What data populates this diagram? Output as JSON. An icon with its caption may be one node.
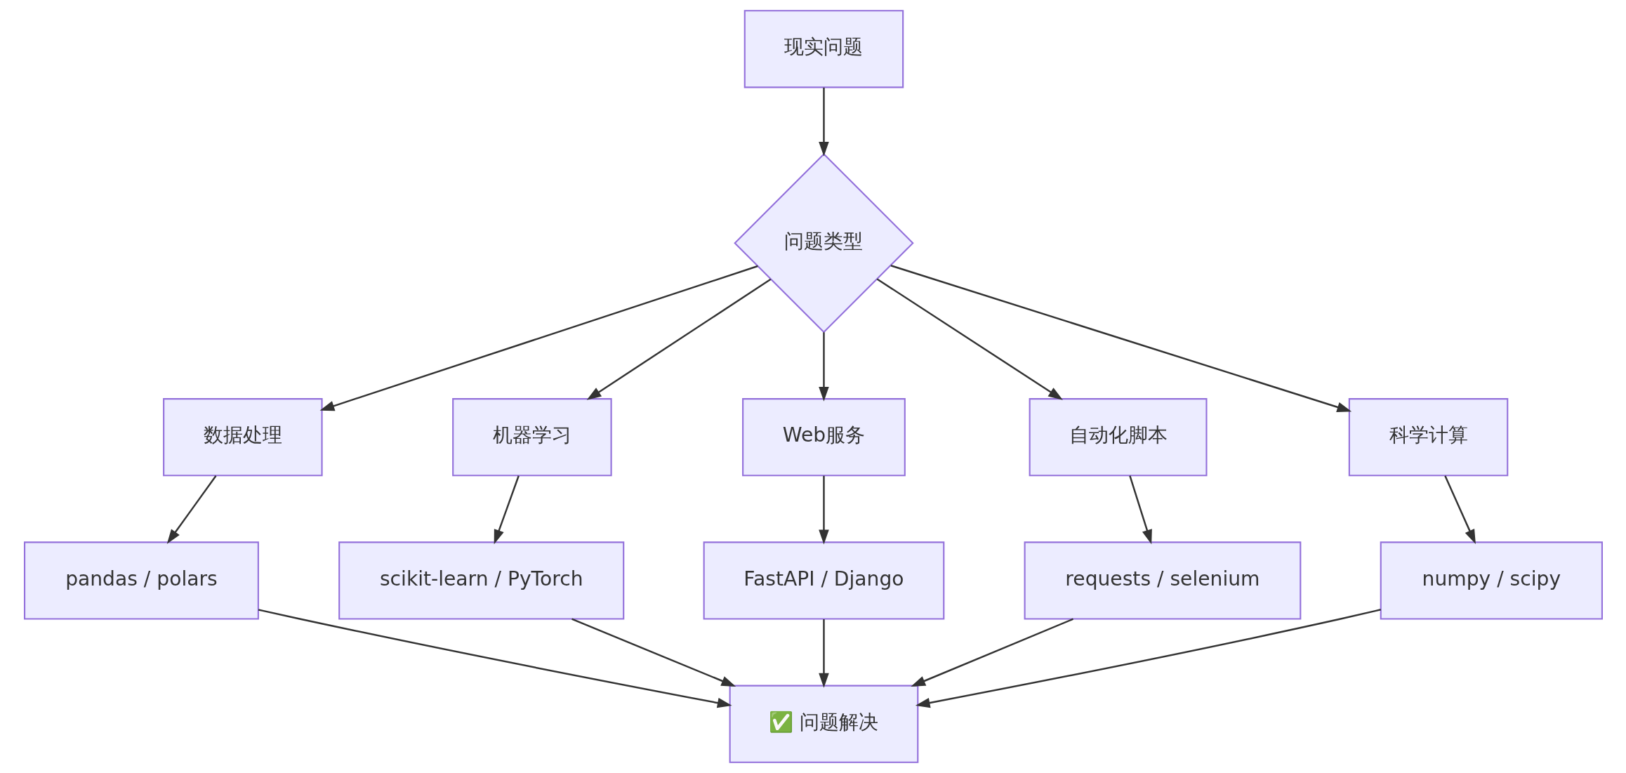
{
  "diagram": {
    "nodes": [
      {
        "text": [
          "现实问题"
        ]
      },
      {
        "text": [
          "问题类型"
        ]
      },
      {
        "text": [
          "数据处理"
        ]
      },
      {
        "text": [
          "机器学习"
        ]
      },
      {
        "text": [
          "Web服务"
        ]
      },
      {
        "text": [
          "自动化脚本"
        ]
      },
      {
        "text": [
          "科学计算"
        ]
      },
      {
        "text": [
          "pandas / polars"
        ]
      },
      {
        "text": [
          "scikit-learn / PyTorch"
        ]
      },
      {
        "text": [
          "FastAPI / Django"
        ]
      },
      {
        "text": [
          "requests / selenium"
        ]
      },
      {
        "text": [
          "numpy / scipy"
        ]
      },
      {
        "text": [
          "✅ 问题解决"
        ]
      }
    ],
    "edges": [
      {
        "from": 0,
        "to": 1,
        "arrow": "to"
      },
      {
        "from": 1,
        "to": 2,
        "arrow": "to"
      },
      {
        "from": 1,
        "to": 3,
        "arrow": "to"
      },
      {
        "from": 1,
        "to": 4,
        "arrow": "to"
      },
      {
        "from": 1,
        "to": 5,
        "arrow": "to"
      },
      {
        "from": 1,
        "to": 6,
        "arrow": "to"
      },
      {
        "from": 2,
        "to": 7,
        "arrow": "to"
      },
      {
        "from": 3,
        "to": 8,
        "arrow": "to"
      },
      {
        "from": 4,
        "to": 9,
        "arrow": "to"
      },
      {
        "from": 5,
        "to": 10,
        "arrow": "to"
      },
      {
        "from": 6,
        "to": 11,
        "arrow": "to"
      },
      {
        "from": 7,
        "to": 12,
        "arrow": "to"
      },
      {
        "from": 8,
        "to": 12,
        "arrow": "to"
      },
      {
        "from": 9,
        "to": 12,
        "arrow": "to"
      },
      {
        "from": 10,
        "to": 12,
        "arrow": "to"
      },
      {
        "from": 11,
        "to": 12,
        "arrow": "to"
      }
    ]
  }
}
